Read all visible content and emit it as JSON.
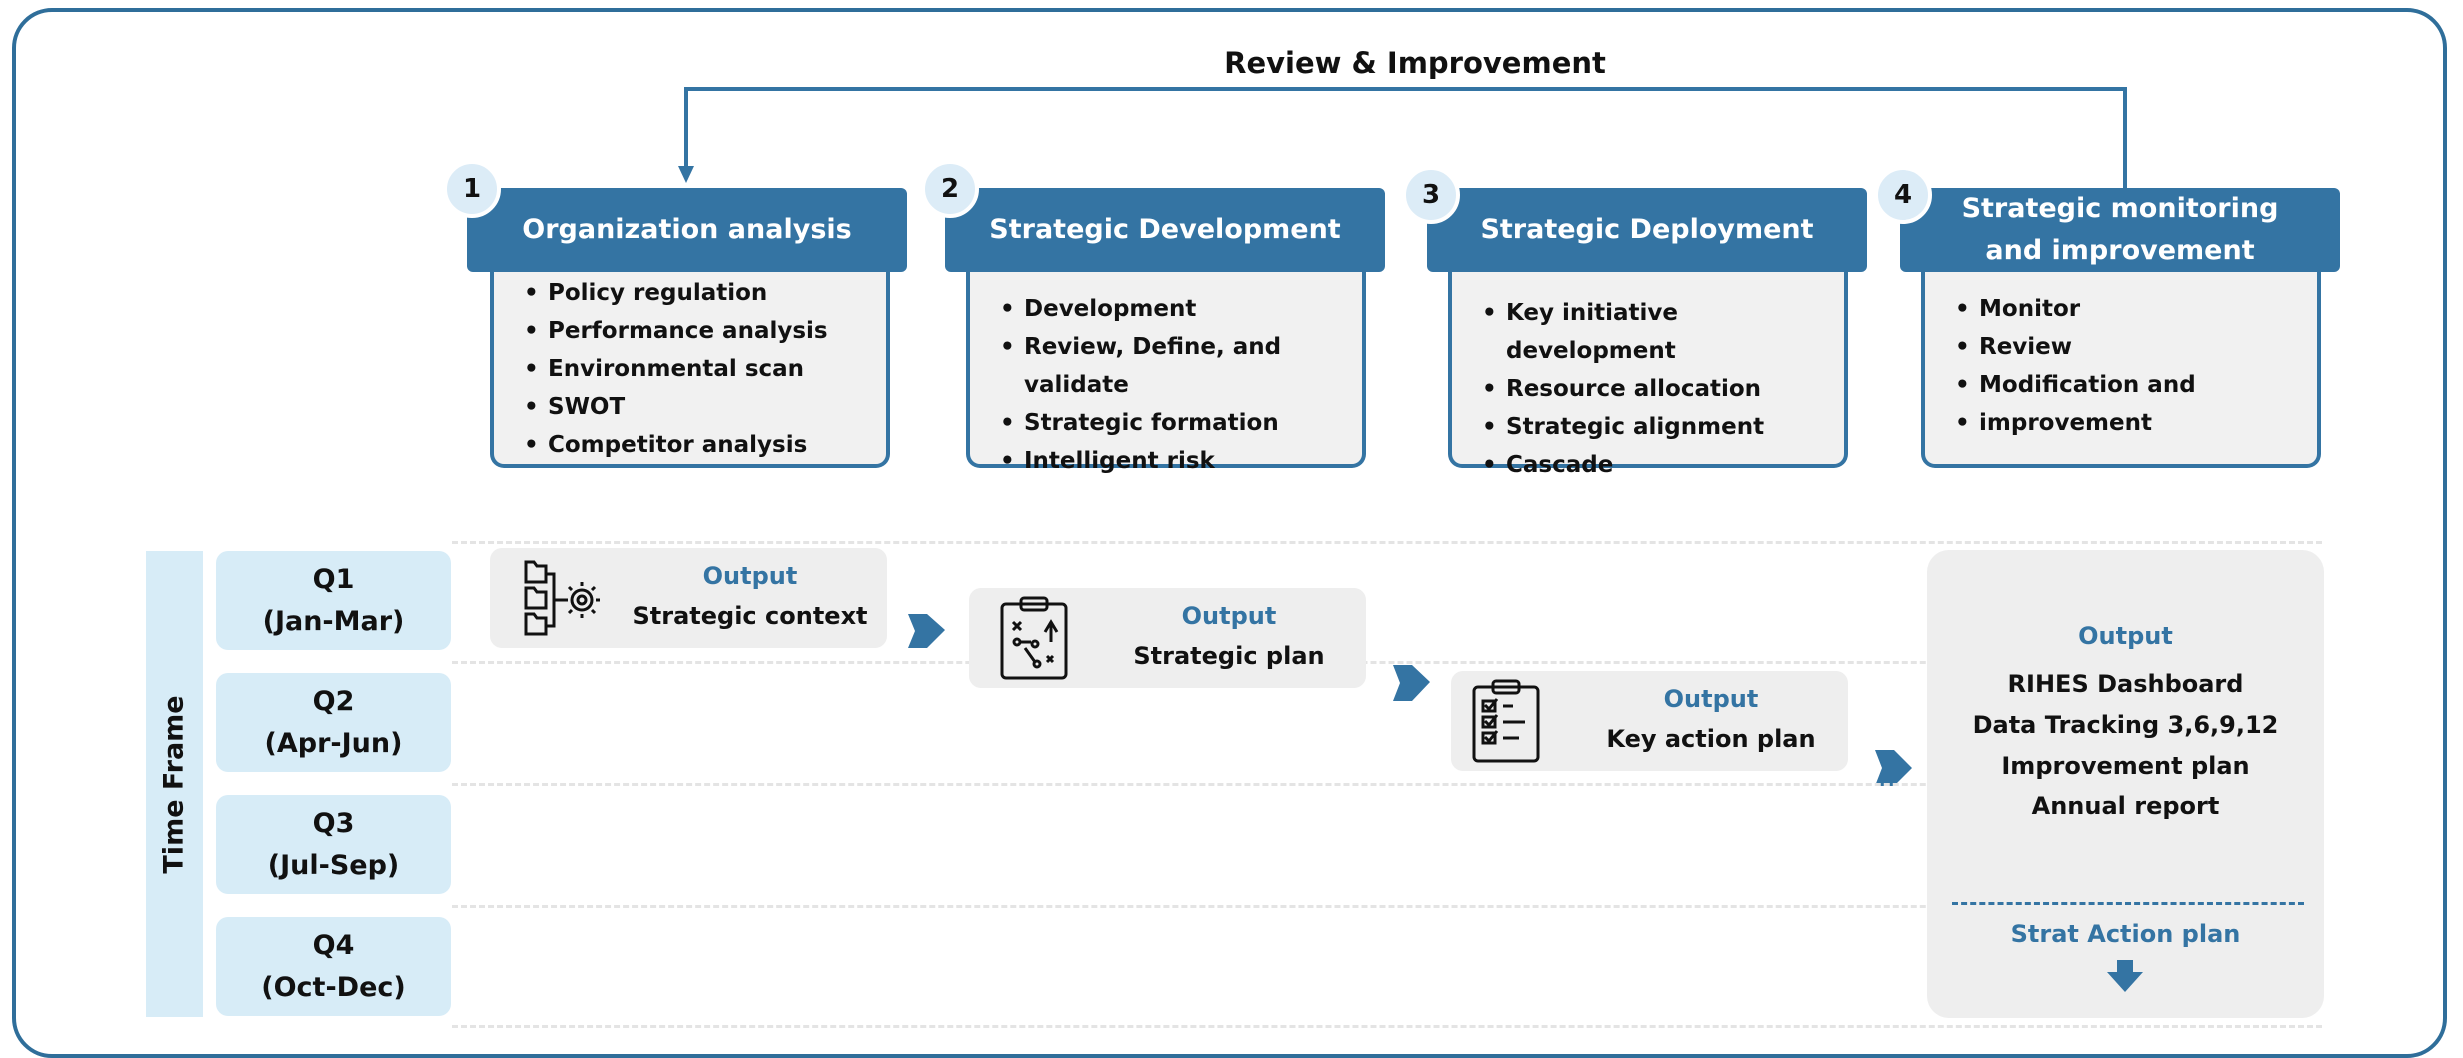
{
  "review_loop": {
    "label": "Review & Improvement"
  },
  "stages": [
    {
      "number": "1",
      "title": "Organization analysis",
      "items": [
        "Policy regulation",
        "Performance analysis",
        "Environmental scan",
        "SWOT",
        "Competitor analysis"
      ]
    },
    {
      "number": "2",
      "title": "Strategic Development",
      "items": [
        "Development",
        "Review, Define, and validate",
        "Strategic formation",
        "Intelligent risk"
      ]
    },
    {
      "number": "3",
      "title": "Strategic Deployment",
      "items": [
        "Key initiative development",
        "Resource allocation",
        "Strategic alignment",
        "Cascade"
      ]
    },
    {
      "number": "4",
      "title_line1": "Strategic monitoring",
      "title_line2": "and improvement",
      "items": [
        "Monitor",
        "Review",
        "Modification and",
        "improvement"
      ]
    }
  ],
  "timeframe": {
    "label": "Time Frame",
    "quarters": [
      {
        "name": "Q1",
        "range": "(Jan-Mar)"
      },
      {
        "name": "Q2",
        "range": "(Apr-Jun)"
      },
      {
        "name": "Q3",
        "range": "(Jul-Sep)"
      },
      {
        "name": "Q4",
        "range": "(Oct-Dec)"
      }
    ]
  },
  "outputs": [
    {
      "label": "Output",
      "value": "Strategic context",
      "icon": "folders-gear-icon"
    },
    {
      "label": "Output",
      "value": "Strategic plan",
      "icon": "strategy-clipboard-icon"
    },
    {
      "label": "Output",
      "value": "Key action plan",
      "icon": "checklist-clipboard-icon"
    }
  ],
  "final_output": {
    "label": "Output",
    "items": [
      "RIHES Dashboard",
      "Data Tracking 3,6,9,12",
      "Improvement plan",
      "Annual report"
    ],
    "footer": "Strat Action plan"
  },
  "colors": {
    "primary": "#3474a3",
    "light_blue": "#d7ecf7",
    "box_gray": "#eeeeee",
    "frame": "#2f6e9a"
  }
}
